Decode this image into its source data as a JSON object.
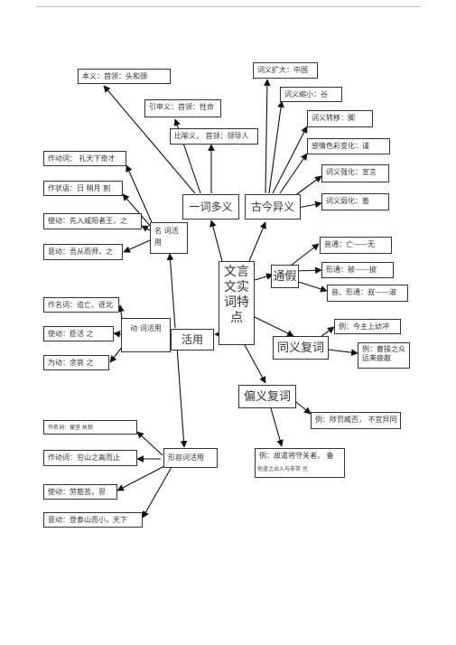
{
  "center": {
    "label": "文言文实词特点"
  },
  "branches": {
    "yici": "一词多义",
    "gujin": "古今异义",
    "tongjia": "通假",
    "tongyi": "同义复词",
    "pianyi": "偏义复词",
    "huoyong": "活用"
  },
  "yici_items": [
    "本义：首领：头和颈",
    "引申义：首领：性命",
    "比喻义，  首领：领导人"
  ],
  "gujin_items": [
    "词义扩大：中国",
    "词义缩小：谷",
    "词义转移：脚",
    "感情色彩变化：谨",
    "词义强化：宣言",
    "词义弱化：羞"
  ],
  "tongjia_items": [
    "音通：亡——无",
    "形通：被——披",
    "音、形通：叔——淑"
  ],
  "tongyi_examples": [
    "例：今主上幼冲",
    "例：曹操之众远来疲敝"
  ],
  "pianyi_examples": [
    "例：陟罚臧否，  不宜异同",
    "例：故遣将守关者，  备"
  ],
  "pianyi_extra": "他盗之出入与非常          也",
  "huoyong": {
    "noun": {
      "label": "名  词活用",
      "items": [
        "作动词：  礼天下奇才",
        "作状语：日  稍月  割",
        "使动：先入咸阳者王，之",
        "意动：吾从而师，之"
      ]
    },
    "verb": {
      "label": "动  词活用",
      "items": [
        "作名词：追亡、逐北",
        "使动：臣活  之",
        "为动：余哀  之"
      ]
    },
    "adj": {
      "label": "形容词活用",
      "items": [
        "作名词：披坚  执锐",
        "作动词：穷山之高而止",
        "使动：劳筋苦，思",
        "意动：登泰山而小，天下"
      ]
    }
  }
}
